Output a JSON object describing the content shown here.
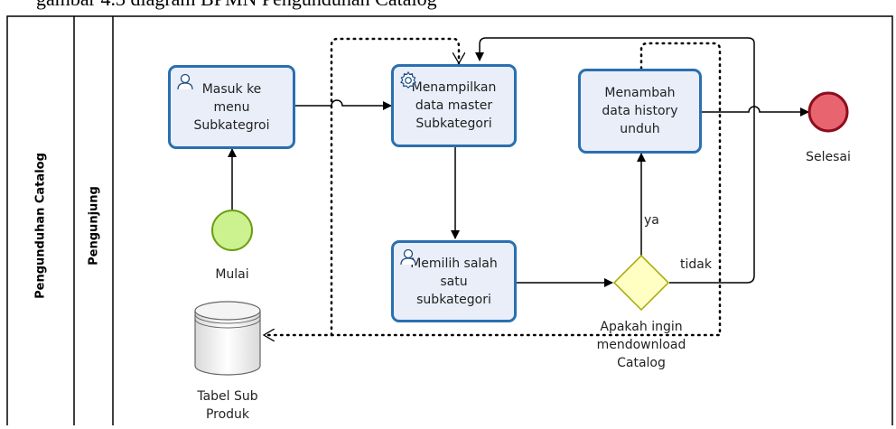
{
  "caption": "gambar 4.3 diagram BPMN Pengunduhan Catalog",
  "pool": {
    "title": "Pengunduhan Catalog"
  },
  "lane": {
    "title": "Pengunjung"
  },
  "tasks": {
    "masuk": {
      "label": "Masuk ke\nmenu\nSubkategroi",
      "icon": "user-icon"
    },
    "menampilkan": {
      "label": "Menampilkan\ndata master\nSubkategori",
      "icon": "gear-icon"
    },
    "memilih": {
      "label": "Memilih salah\nsatu\nsubkategori",
      "icon": "user-icon"
    },
    "menambah": {
      "label": "Menambah\ndata history\nunduh"
    }
  },
  "events": {
    "start": {
      "label": "Mulai",
      "color": "#ccf28f"
    },
    "end": {
      "label": "Selesai",
      "color": "#e8646f"
    }
  },
  "gateway": {
    "label": "Apakah ingin\nmendownload\nCatalog",
    "color": "#ffffc4"
  },
  "datastore": {
    "label": "Tabel Sub\nProduk"
  },
  "flows": {
    "yes": "ya",
    "no": "tidak"
  },
  "colors": {
    "task_border": "#2a6fb0",
    "task_fill": "#e9eef9"
  }
}
